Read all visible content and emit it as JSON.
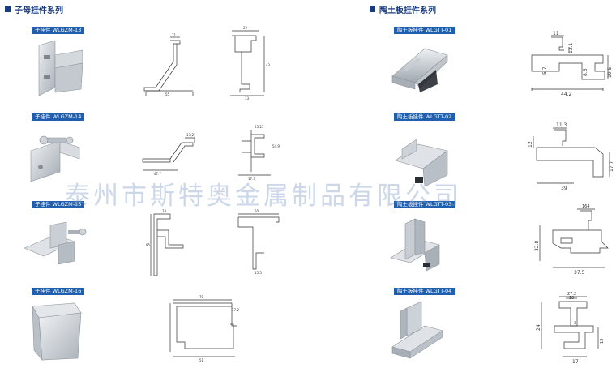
{
  "sections": {
    "left_title": "子母挂件系列",
    "right_title": "陶土板挂件系列"
  },
  "left_products": [
    {
      "label": "子挂件 WLGZM-13"
    },
    {
      "label": "子挂件 WLGZM-14"
    },
    {
      "label": "子挂件 WLGZM-15"
    },
    {
      "label": "子挂件 WLGZM-16"
    }
  ],
  "right_products": [
    {
      "label": "陶土板挂件 WLGTT-01",
      "dims": [
        "11",
        "12.1",
        "5.7",
        "8.6",
        "19.5",
        "44.2"
      ]
    },
    {
      "label": "陶土板挂件 WLGTT-02",
      "dims": [
        "11.3",
        "12",
        "17.7",
        "39"
      ]
    },
    {
      "label": "陶土板挂件 WLGTT-03",
      "dims": [
        "164",
        "32.8",
        "37.5"
      ]
    },
    {
      "label": "陶土板挂件 WLGTT-04",
      "dims": [
        "27.2",
        "10",
        "3",
        "24",
        "13",
        "17"
      ]
    }
  ],
  "watermark": "泰州市斯特奥金属制品有限公司"
}
